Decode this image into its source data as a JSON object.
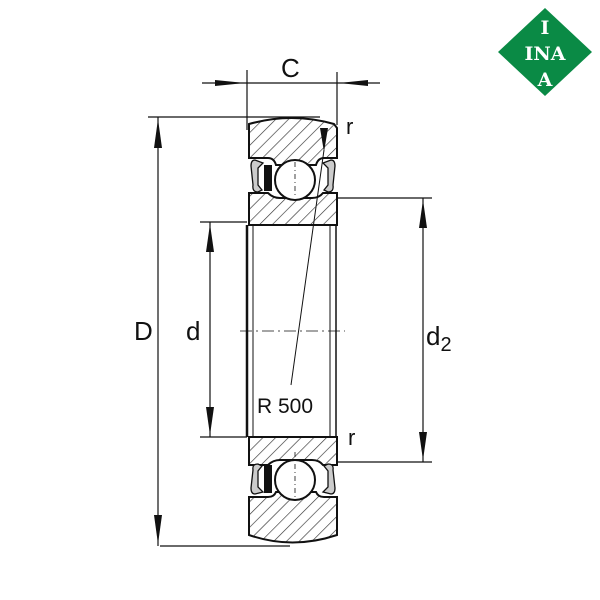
{
  "logo": {
    "lines": [
      "I",
      "INA",
      "A"
    ],
    "color": "#0a8a45",
    "text_color": "#ffffff"
  },
  "drawing": {
    "title": "Bearing cross-section dimension drawing",
    "labels": {
      "C": "C",
      "r_top": "r",
      "r_bottom": "r",
      "D": "D",
      "d": "d",
      "d2_main": "d",
      "d2_sub": "2",
      "radius": "R 500"
    },
    "line_color": "#111111",
    "hatch_color": "#333333"
  }
}
